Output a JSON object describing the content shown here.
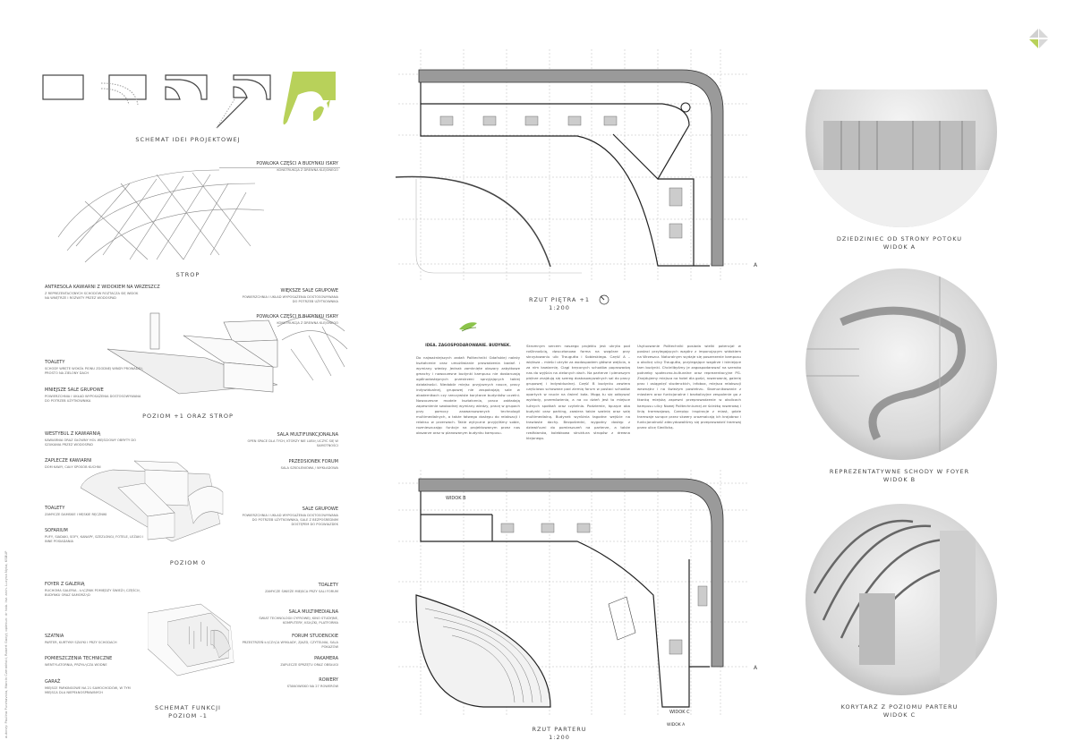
{
  "idea_schema": {
    "title": "SCHEMAT IDEI PROJEKTOWEJ"
  },
  "roof": {
    "title": "STROP",
    "label": {
      "title": "POWŁOKA CZĘŚCI A BUDYNKU ISKRY",
      "sub": "KONSTRUKCJA Z DREWNA KLEJONEGO"
    }
  },
  "level_plus1": {
    "title": "POZIOM +1 ORAZ STROP",
    "labels": [
      {
        "title": "ANTRESOLA KAWIARNI Z WIDOKIEM NA WRZESZCZ",
        "sub": "Z REPREZENTACYJNYCH SCHODÓW ROZTACZA SIĘ WIDOK NA WNĘTRZE I ROZWITY PRZEZ WODOSPAD"
      },
      {
        "title": "WIĘKSZE SALE GRUPOWE",
        "sub": "POWIERZCHNIA I UKŁAD WYPOSAŻENIA DOSTOSOWYWANA DO POTRZEB UŻYTKOWNIKA"
      },
      {
        "title": "POWŁOKA CZĘŚCI B BUDYNKU ISKRY",
        "sub": "KONSTRUKCJA Z DREWNA KLEJONEGO"
      },
      {
        "title": "Toalety",
        "sub": "SCHODY WRĘTE WOKÓŁ PIONU ZGODNEJ WINDY PROWADZĄ PROSTO NA ZIELONY DACH"
      },
      {
        "title": "MNIEJSZE SALE GRUPOWE",
        "sub": "POWIERZCHNIA I UKŁAD WYPOSAŻENIA DOSTOSOWYWANA DO POTRZEB UŻYTKOWNIKA"
      }
    ]
  },
  "level_0": {
    "title": "POZIOM 0",
    "labels": [
      {
        "title": "WESTYBUL Z KAWIARNIĄ",
        "sub": "KAWIARNIA ORAZ GŁÓWNY HOL WEJŚCIOWY OBRYTY DO SZUKANIA PRZEZ WODOSPAD"
      },
      {
        "title": "ZAPLECZE KAWIARNI",
        "sub": "DOM KAWY, CAŁY SPOSÓB KUCHNI"
      },
      {
        "title": "Toalety",
        "sub": "ZAMYCZE DAMSKIE I MĘSKIE RĘCZNIKI"
      },
      {
        "title": "SOFARIUM",
        "sub": "PUFY, SIADAKI, SOFY, KANAPY, SZEZLONGI, FOTELE, LEŻAKI I INNE POSIADANIA"
      },
      {
        "title": "SALA MULTIFUNKCJONALNA",
        "sub": "OPEN SPACE DLA TYCH, KTÓRZY NIE LUBIĄ UCZYĆ SIĘ W SAMOTNOŚCI"
      },
      {
        "title": "PRZEDSIONEK FORUM",
        "sub": "SALA SZKOLENIOWA / WYKŁADOWA"
      },
      {
        "title": "SALE GRUPOWE",
        "sub": "POWIERZCHNIA I UKŁAD WYPOSAŻENIA DOSTOSOWYWANA DO POTRZEB UŻYTKOWNIKA, SALE Z BEZPOŚREDNIM DOSTĘPEM DO POGWIAZDEK"
      }
    ]
  },
  "level_minus1": {
    "title": "SCHEMAT FUNKCJI",
    "subtitle": "POZIOM -1",
    "labels": [
      {
        "title": "FOYER Z GALERIĄ",
        "sub": "RUCHOMA GALERIA - ŁĄCZNIK POMIĘDZY ŚWIEŻĄ CZĘŚCIĄ BUDYNKU ORAZ SAMORZĄD"
      },
      {
        "title": "Szatnia",
        "sub": "PARTER, KURTYNY SZAFKI I PRZY SCHODACH"
      },
      {
        "title": "POMIESZCZENIA TECHNICZNE",
        "sub": "WENTYLATORNIA, PRZYŁĄCZA WODNE"
      },
      {
        "title": "GARAŻ",
        "sub": "MIEJSCE PARKINGOWE NA 21 SAMOCHODÓW, W TYM MIEJSCA DLA NIEPEŁNOSPRAWNYCH"
      },
      {
        "title": "Toalety",
        "sub": "ZAMYCZE ŚWIEŻE MIEJSCA PRZY SALI FORUM"
      },
      {
        "title": "SALA MULTIMEDIALNA",
        "sub": "ŚWIAT TECHNOLOGII CYFROWEJ, KINO STUDYJNE, KOMPUTERY, KSIĄŻKI, PLATFORMA"
      },
      {
        "title": "FORUM STUDENCKIE",
        "sub": "PRZESTRZEŃ ŁĄCZĄCA WYKŁADY, ZJAZD, CZYTELNIA, SALA POKAZÓW"
      },
      {
        "title": "PAKAMERA",
        "sub": "ZAPLECZE SPRZĘTU ORAZ OBSŁUGI"
      },
      {
        "title": "ROWERY",
        "sub": "STANOWISKO NA 27 ROWERÓW"
      }
    ]
  },
  "plan_upper": {
    "title": "RZUT PIĘTRA +1",
    "scale": "1:200",
    "section_mark": "A"
  },
  "plan_ground": {
    "title": "RZUT PARTERU",
    "scale": "1:200",
    "section_mark": "A",
    "views": [
      "WIDOK A",
      "WIDOK B",
      "WIDOK C"
    ]
  },
  "text": {
    "heading": "IDEA. ZAGOSPODAROWANIE. BUDYNEK.",
    "col1": "Do najważniejszych zadań Politechniki Gdańskiej należy kształcenie oraz umożliwianie prowadzenia badań i wymiany wiedzy. Jednak zamknięte obszary zabytkowe gmachy i nowoczesne budynki kampusu nie dostarczają ogólnodostępnych przestrzeni sprzyjających takiej działalności. Niedobór miejsc przyjaznych nauce, pracy indywidualnej, grupowej nie zaspokajają sale w akademikach czy rzeczywiste korytarze budynków uczelni. Nowoczesne modele kształcenia, praca zakładają zapewnienie swobodnej wymiany wiedzy, pracę w grupach przy pomocy zaawansowanych technologii multimedialnych, a także łatwego dostępu do relaksacji i relaksu w przerwach. Takie wytyczne przyjęliśmy sobie, rozmieszczając funkcje na projektowanym przez nas obszarze oraz w planowanym budynku kampusu.",
    "col2": "Skromnym sercem naszego projektu jest ukryta pod roślinnością, dwuczłonowa forma na wzgórze przy skrzyżowaniu ulic Traugutta i Sobieskiego. Część A – większa – mieści ukryte za wodospadem główne wejścia, a za nim kawiarnię. Ciągi kręconych schodów poprowadzą nas do wyjścia na zielonych dach. Na parterze i pierwszym piętrze znajdują się szereg dostosowywalnych sal do pracy grupowej i indywidualnej. Część B budynku zawiera częściowo schowane pod ziemią forum w postaci schodów opartych w rzucie na ćwierć koła. Mogą tu się odbywać wykłady, przemówienia, a na co dzień jest to miejsce luźnych spotkań oraz czytelnia. Podziemie, łączące oba budynki oraz parking, zawiera także szatnię oraz salę multimedialną. Budynek wyróżnia łagodne wejście na trawiaste dachy. Bezpośredni, wygodny dostęp z dziewińczni do pomieszczeń na parterze, a także rzeźbiarska, kolebkowa struktura stropów z drewna klejonego.",
    "col3": "Usytuowanie Politechniki posiada wielki potencjał w postaci przylegających wzgórz z imponującym widokiem na Wrzeszcz. Naturalnym wydaje się poszerzenie kampusu o okolicę ulicy Traugutta, przylegające wzgórze i istniejące tam budynki. Chcielibyśmy je zagospodarować na szeroko potrzeby społeczno-kulturalne oraz reprezentacyjne PG. Znajdujemy miejsca na hotel dla gości, rowerownię, galerię prac i osiągnięć studenckich, infobox, miejsca relaksacji wewnątrz i na świeżym powietrzu. Skomunikowanie z miastem oraz funkcjonalne i bezkolizyjne zespolenie go z tkanką miejską zapewni przeprowadzenie w okolicach kampusu ulicy Nowej Politechnicznej ze ścieżką rowerową i linią tramwajową. Czerpiąc inspiracje z miast, gdzie tramwaje sunące przez skwery urozmaicają ich krajobraz i funkcjonalność zdecydowaliśmy się przeprowadzić tramwaj przez ulicę Siedlicką."
  },
  "views": [
    {
      "title": "DZIEDZINIEC OD STRONY POTOKU",
      "sub": "WIDOK A"
    },
    {
      "title": "REPREZENTATYWNE SCHODY W FOYER",
      "sub": "WIDOK B"
    },
    {
      "title": "KORYTARZ Z POZIOMU PARTERU",
      "sub": "WIDOK C"
    }
  ],
  "credits": "autorzy: Paulina Purzhavska, Marcin Czerwiński, Robert Gadyj; opiekun: dr hab. inż. arch. Lucyna Nyka, KSBUP",
  "colors": {
    "accent": "#b8d15a",
    "wall": "#9a9a9a",
    "line": "#333333"
  }
}
